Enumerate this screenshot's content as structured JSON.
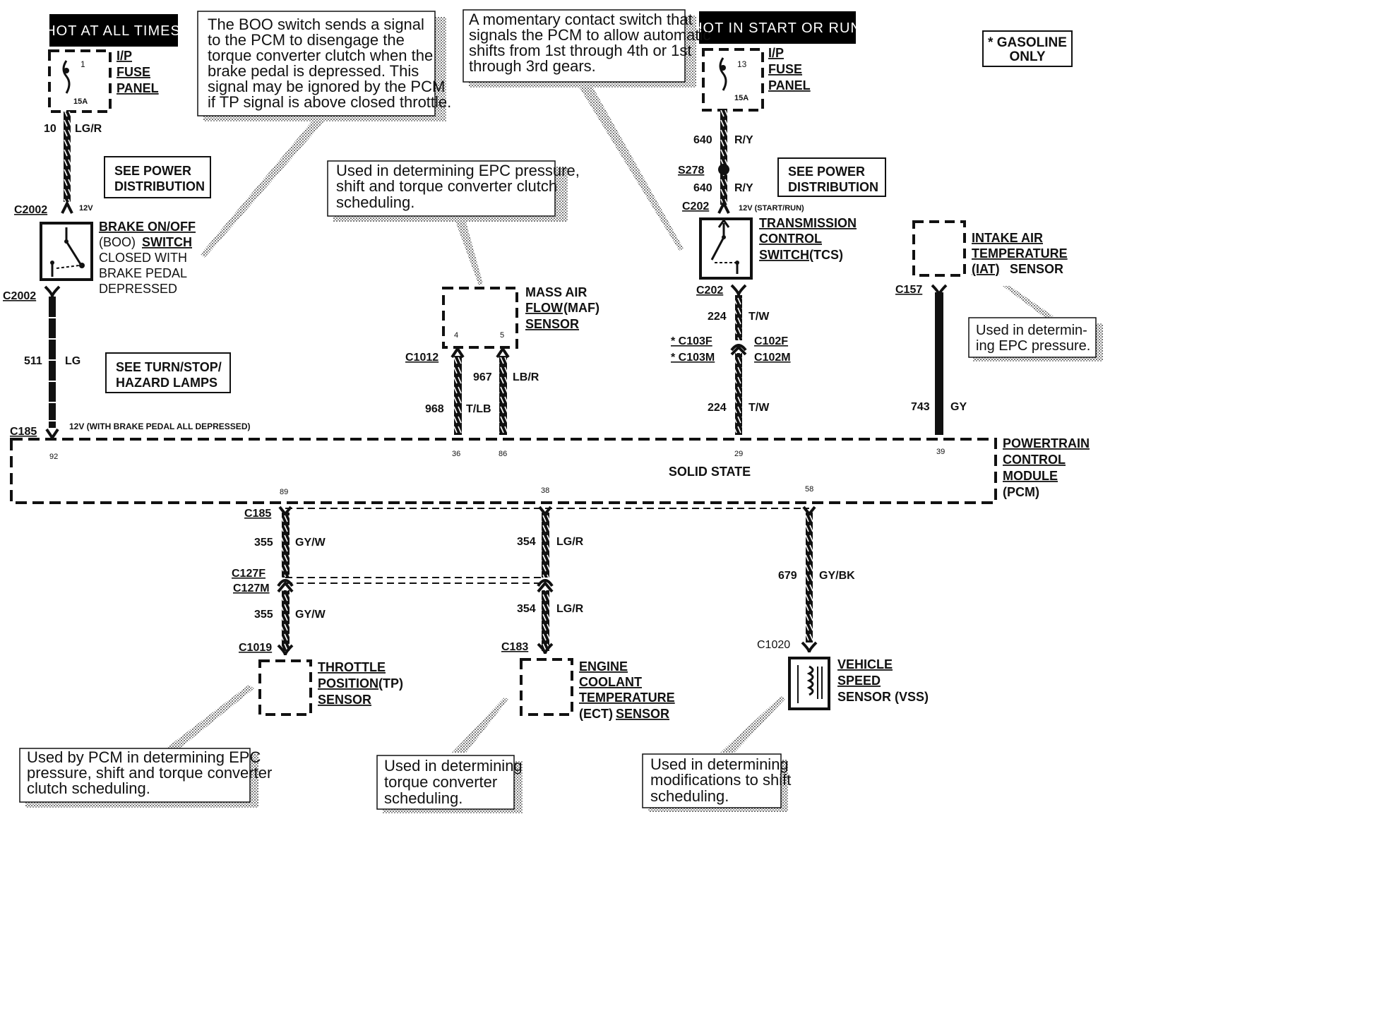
{
  "headers": {
    "hot_all_times": "HOT AT ALL TIMES",
    "hot_start_run": "HOT IN START OR RUN"
  },
  "gasoline_note": {
    "line1": "* GASOLINE",
    "line2": "ONLY"
  },
  "fuse_left": {
    "number": "1",
    "rating": "15A",
    "label1": "I/P",
    "label2": "FUSE",
    "label3": "PANEL"
  },
  "fuse_right": {
    "number": "13",
    "rating": "15A",
    "label1": "I/P",
    "label2": "FUSE",
    "label3": "PANEL"
  },
  "boo_callout": [
    "The BOO switch sends a signal",
    "to the PCM to disengage the",
    "torque converter clutch when the",
    "brake pedal is depressed.  This",
    "signal may be ignored by the PCM",
    "if TP signal is above closed throttle."
  ],
  "tcs_callout": [
    "A momentary contact switch that",
    "signals the PCM to allow automatic",
    "shifts from 1st through 4th or 1st",
    "through 3rd gears."
  ],
  "maf_callout": [
    "Used in determining EPC pressure,",
    "shift and torque converter clutch",
    "scheduling."
  ],
  "iat_callout": [
    "Used  in  determin-",
    "ing EPC pressure."
  ],
  "tp_callout": [
    "Used by PCM in determining EPC",
    "pressure, shift and torque converter",
    "clutch scheduling."
  ],
  "ect_callout": [
    "Used in determining",
    "torque converter",
    "scheduling."
  ],
  "vss_callout": [
    "Used in determining",
    "modifications to shift",
    "scheduling."
  ],
  "see_boxes": {
    "power_left": [
      "SEE POWER",
      "DISTRIBUTION"
    ],
    "power_right": [
      "SEE POWER",
      "DISTRIBUTION"
    ],
    "turn": [
      "SEE TURN/STOP/",
      "HAZARD LAMPS"
    ]
  },
  "boo": {
    "wire_top_circuit": "10",
    "wire_top_color": "LG/R",
    "conn_top": "C2002",
    "volt_top": "12V",
    "name1": "BRAKE ON/OFF",
    "name2_a": "(BOO) ",
    "name2_b": "SWITCH",
    "name3": "CLOSED WITH",
    "name4": "BRAKE PEDAL",
    "name5": "DEPRESSED",
    "conn_bottom": "C2002",
    "wire_circuit": "511",
    "wire_color": "LG",
    "conn_pcm": "C185",
    "volt_pcm": "12V (WITH BRAKE PEDAL ALL DEPRESSED)",
    "pin": "92"
  },
  "maf": {
    "name1": "MASS AIR",
    "name2_a": "FLOW",
    "name2_b": " (MAF)",
    "name3": "SENSOR",
    "pin_a": "4",
    "pin_b": "5",
    "conn": "C1012",
    "wire1_circuit": "967",
    "wire1_color": "LB/R",
    "wire2_circuit": "968",
    "wire2_color": "T/LB",
    "pcm_pin_a": "36",
    "pcm_pin_b": "86"
  },
  "tcs": {
    "wire1_circuit": "640",
    "wire1_color": "R/Y",
    "splice": "S278",
    "wire2_circuit": "640",
    "wire2_color": "R/Y",
    "conn_top": "C202",
    "volt": "12V (START/RUN)",
    "name1": "TRANSMISSION",
    "name2": "CONTROL",
    "name3_a": "SWITCH",
    "name3_b": " (TCS)",
    "conn_bottom": "C202",
    "wire3_circuit": "224",
    "wire3_color": "T/W",
    "conn_f_star": "* C103F",
    "conn_m_star": "* C103M",
    "conn_f": "C102F",
    "conn_m": "C102M",
    "wire4_circuit": "224",
    "wire4_color": "T/W",
    "pcm_pin": "29"
  },
  "iat": {
    "name1": "INTAKE AIR",
    "name2": "TEMPERATURE",
    "name3_a": "(IAT)",
    "name3_b": " SENSOR",
    "conn": "C157",
    "wire_circuit": "743",
    "wire_color": "GY",
    "pcm_pin": "39"
  },
  "pcm": {
    "name1": "POWERTRAIN",
    "name2": "CONTROL",
    "name3": "MODULE",
    "name4": "(PCM)",
    "state": "SOLID STATE"
  },
  "tp": {
    "pcm_pin": "89",
    "conn_pcm": "C185",
    "wire1_circuit": "355",
    "wire1_color": "GY/W",
    "conn_f": "C127F",
    "conn_m": "C127M",
    "wire2_circuit": "355",
    "wire2_color": "GY/W",
    "conn": "C1019",
    "name1": "THROTTLE",
    "name2_a": "POSITION",
    "name2_b": " (TP)",
    "name3": "SENSOR"
  },
  "ect": {
    "pcm_pin": "38",
    "wire1_circuit": "354",
    "wire1_color": "LG/R",
    "wire2_circuit": "354",
    "wire2_color": "LG/R",
    "conn": "C183",
    "name1": "ENGINE",
    "name2": "COOLANT",
    "name3": "TEMPERATURE",
    "name4_a": "(ECT) ",
    "name4_b": "SENSOR"
  },
  "vss": {
    "pcm_pin": "58",
    "wire_circuit": "679",
    "wire_color": "GY/BK",
    "conn": "C1020",
    "name1": "VEHICLE",
    "name2": "SPEED",
    "name3": "SENSOR (VSS)"
  }
}
